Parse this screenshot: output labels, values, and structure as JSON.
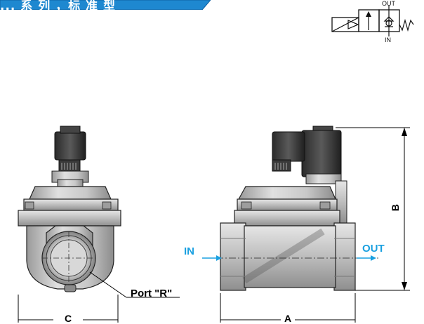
{
  "header": {
    "banner_text": "... 系 列 ，标 准 型",
    "banner_color": "#1e88d0"
  },
  "valve_symbol": {
    "out_label": "OUT",
    "in_label": "IN"
  },
  "drawing": {
    "in_label": "IN",
    "out_label": "OUT",
    "port_label": "Port \"R\"",
    "dim_a": "A",
    "dim_b": "B",
    "dim_c": "C",
    "accent_color": "#1aa0e0"
  }
}
